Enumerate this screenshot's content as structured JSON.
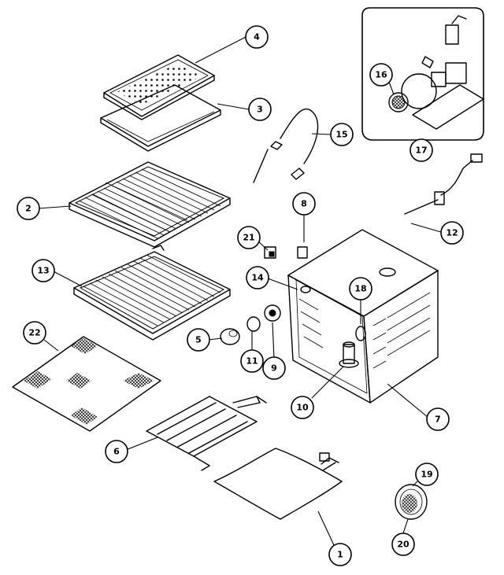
{
  "diagram": {
    "callouts": [
      {
        "id": "4",
        "label": "4"
      },
      {
        "id": "3",
        "label": "3"
      },
      {
        "id": "15",
        "label": "15"
      },
      {
        "id": "16",
        "label": "16"
      },
      {
        "id": "17",
        "label": "17"
      },
      {
        "id": "2",
        "label": "2"
      },
      {
        "id": "8",
        "label": "8"
      },
      {
        "id": "12",
        "label": "12"
      },
      {
        "id": "21",
        "label": "21"
      },
      {
        "id": "13",
        "label": "13"
      },
      {
        "id": "14",
        "label": "14"
      },
      {
        "id": "18",
        "label": "18"
      },
      {
        "id": "22",
        "label": "22"
      },
      {
        "id": "5",
        "label": "5"
      },
      {
        "id": "11",
        "label": "11"
      },
      {
        "id": "9",
        "label": "9"
      },
      {
        "id": "10",
        "label": "10"
      },
      {
        "id": "7",
        "label": "7"
      },
      {
        "id": "6",
        "label": "6"
      },
      {
        "id": "19",
        "label": "19"
      },
      {
        "id": "20",
        "label": "20"
      },
      {
        "id": "1",
        "label": "1"
      }
    ]
  }
}
